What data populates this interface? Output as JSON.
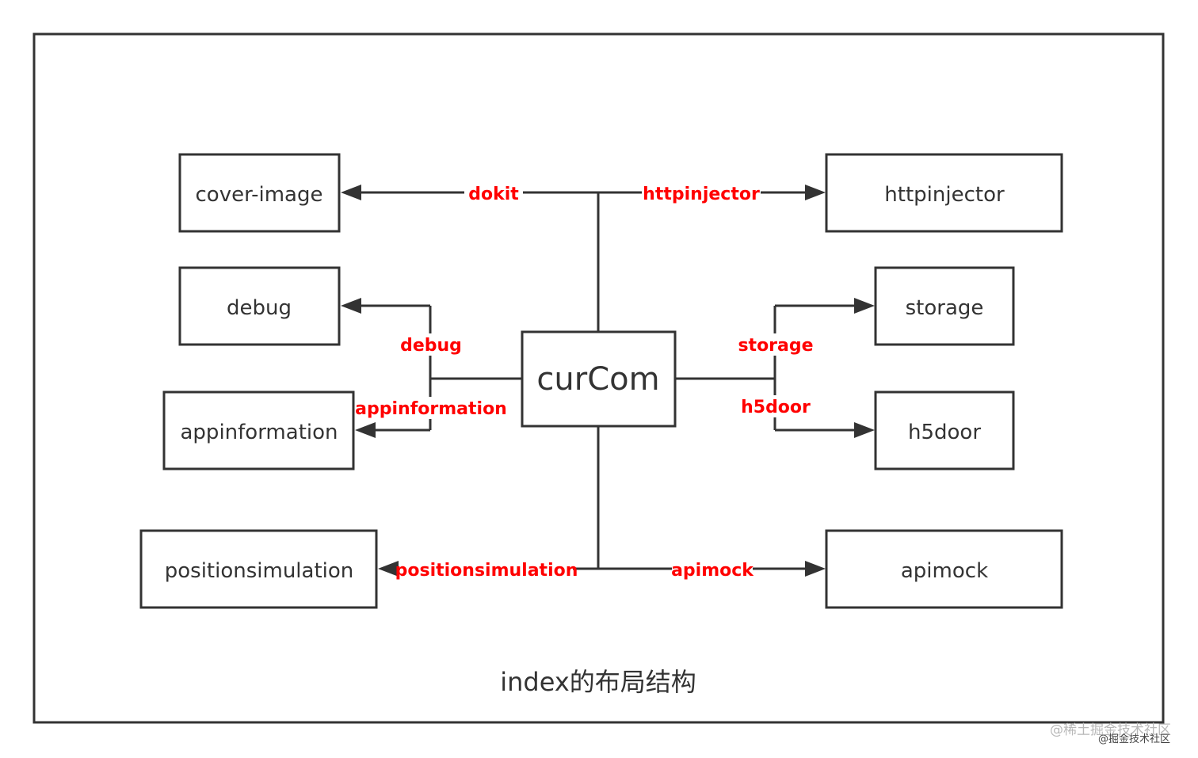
{
  "diagram": {
    "center": "curCom",
    "caption": "index的布局结构",
    "nodes": {
      "cover_image": "cover-image",
      "debug": "debug",
      "appinformation": "appinformation",
      "positionsimulation": "positionsimulation",
      "httpinjector": "httpinjector",
      "storage": "storage",
      "h5door": "h5door",
      "apimock": "apimock"
    },
    "edges": {
      "dokit": "dokit",
      "httpinjector": "httpinjector",
      "debug": "debug",
      "appinformation": "appinformation",
      "storage": "storage",
      "h5door": "h5door",
      "positionsimulation": "positionsimulation",
      "apimock": "apimock"
    },
    "label_color": "#ff0000",
    "line_color": "#333333"
  },
  "watermark": {
    "line1": "@稀土掘金技术社区",
    "line2": "@掘金技术社区"
  }
}
